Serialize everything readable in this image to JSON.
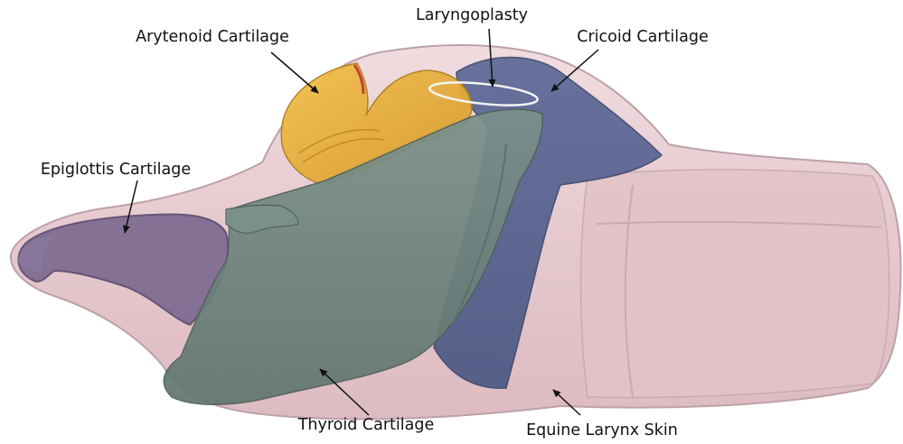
{
  "figure": {
    "labels": {
      "arytenoid": "Arytenoid Cartilage",
      "laryngoplasty": "Laryngoplasty",
      "cricoid": "Cricoid Cartilage",
      "epiglottis": "Epiglottis Cartilage",
      "thyroid": "Thyroid Cartilage",
      "skin": "Equine Larynx Skin"
    },
    "colors": {
      "skin": "#e8cbd1",
      "skin_edge": "#b5979f",
      "epiglottis": "#7c6a90",
      "arytenoid": "#e6ae3a",
      "cricoid": "#55628e",
      "thyroid": "#6f8580",
      "suture": "#f4f4f4"
    }
  }
}
